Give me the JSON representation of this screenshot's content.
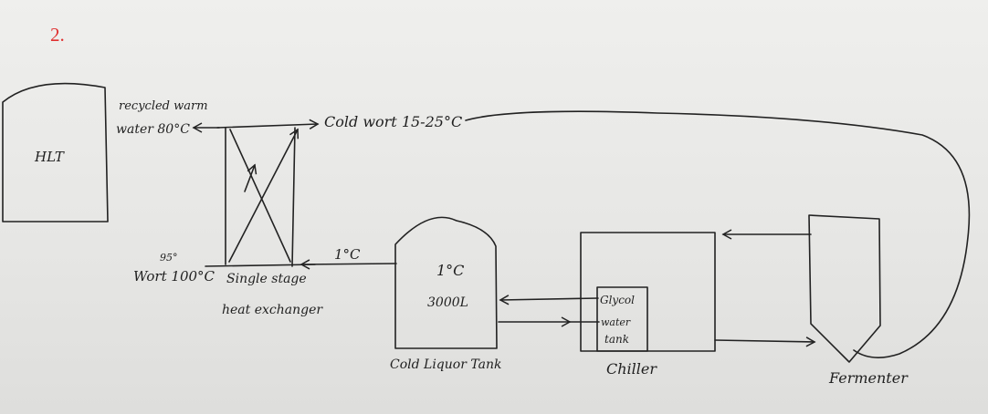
{
  "figure_number": "2.",
  "hlt": {
    "label": "HLT"
  },
  "recycled_water": {
    "line1": "recycled warm",
    "line2": "water 80°C"
  },
  "cold_wort": {
    "label": "Cold wort 15-25°C"
  },
  "wort_in": {
    "top": "95°",
    "label": "Wort 100°C"
  },
  "heat_exchanger": {
    "line1": "Single stage",
    "line2": "heat exchanger"
  },
  "cold_feed": {
    "label": "1°C"
  },
  "cold_liquor_tank": {
    "temp": "1°C",
    "volume": "3000L",
    "label": "Cold Liquor Tank"
  },
  "glycol_tank": {
    "line1": "Glycol",
    "line2": "water",
    "line3": "tank"
  },
  "chiller": {
    "label": "Chiller"
  },
  "fermenter": {
    "label": "Fermenter"
  },
  "colors": {
    "ink": "#222222",
    "number": "#e03030",
    "paper": "#ececea"
  }
}
